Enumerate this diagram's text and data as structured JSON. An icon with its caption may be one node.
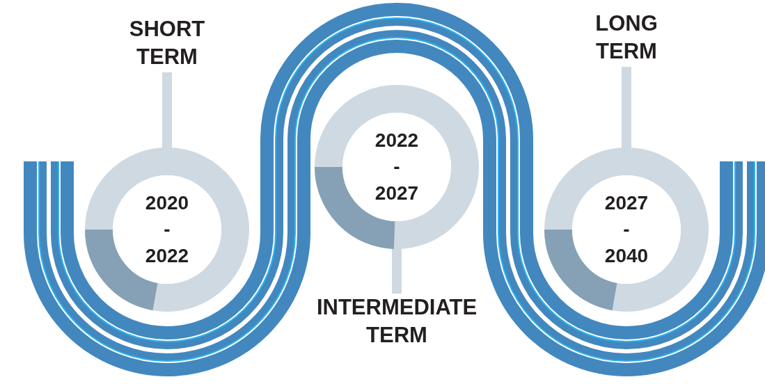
{
  "diagram": {
    "nodes": [
      {
        "text": [
          "SHORT TERM"
        ]
      },
      {
        "text": [
          "2020 - 2022"
        ]
      },
      {
        "text": [
          "2022 - 2027"
        ]
      },
      {
        "text": [
          "INTERMEDIATE TERM"
        ]
      },
      {
        "text": [
          "LONG TERM"
        ]
      },
      {
        "text": [
          "2027 - 2040"
        ]
      }
    ],
    "edges": [
      {
        "from": 0,
        "to": 1,
        "arrow": "none"
      },
      {
        "from": 2,
        "to": 3,
        "arrow": "none"
      },
      {
        "from": 4,
        "to": 5,
        "arrow": "none"
      }
    ]
  }
}
